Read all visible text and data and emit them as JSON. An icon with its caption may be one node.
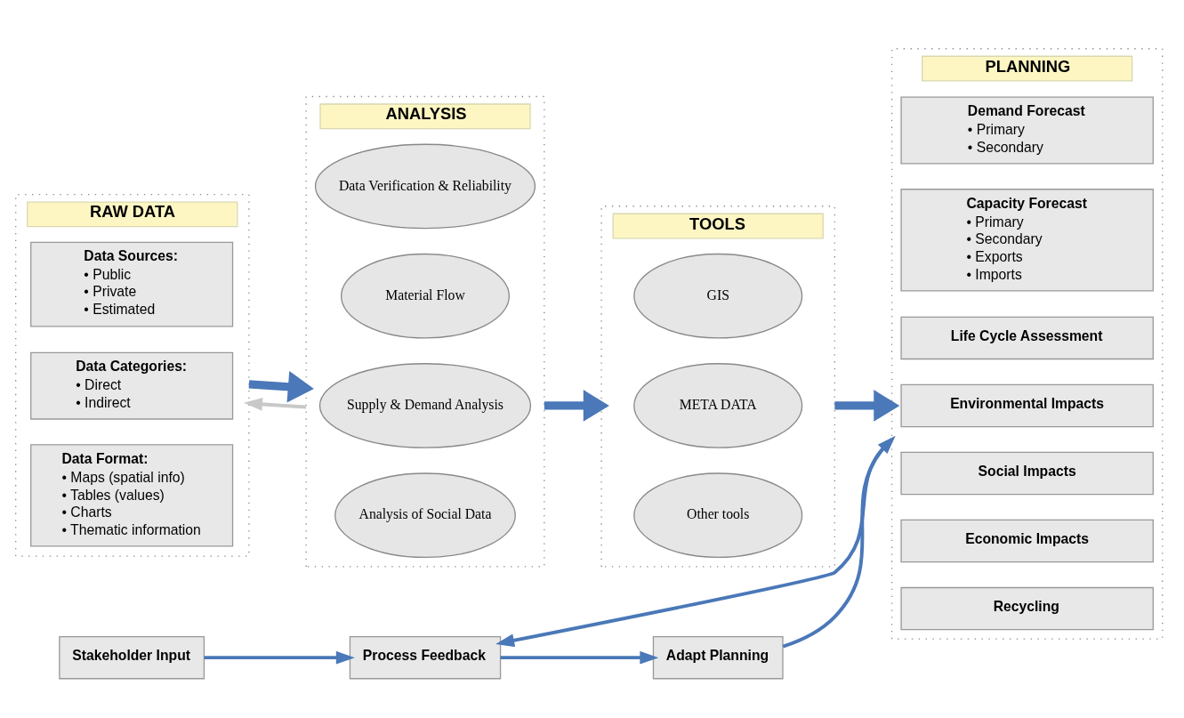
{
  "diagram": {
    "nodes": [
      {
        "text": [
          "RAW DATA"
        ]
      },
      {
        "text": [
          "Data Sources:",
          "• Public",
          "• Private",
          "• Estimated"
        ],
        "in": 0
      },
      {
        "text": [
          "Data Categories:",
          "• Direct",
          "• Indirect"
        ],
        "in": 0
      },
      {
        "text": [
          "Data Format:",
          "• Maps (spatial info)",
          "• Tables (values)",
          "• Charts",
          "• Thematic information"
        ],
        "in": 0
      },
      {
        "text": [
          "ANALYSIS"
        ]
      },
      {
        "text": [
          "Data Verification & Reliability"
        ],
        "in": 4
      },
      {
        "text": [
          "Material Flow"
        ],
        "in": 4
      },
      {
        "text": [
          "Supply & Demand Analysis"
        ],
        "in": 4
      },
      {
        "text": [
          "Analysis of Social Data"
        ],
        "in": 4
      },
      {
        "text": [
          "TOOLS"
        ]
      },
      {
        "text": [
          "GIS"
        ],
        "in": 9
      },
      {
        "text": [
          "META DATA"
        ],
        "in": 9
      },
      {
        "text": [
          "Other tools"
        ],
        "in": 9
      },
      {
        "text": [
          "PLANNING"
        ]
      },
      {
        "text": [
          "Demand Forecast",
          "• Primary",
          "• Secondary"
        ],
        "in": 13
      },
      {
        "text": [
          "Capacity Forecast",
          "• Primary",
          "• Secondary",
          "• Exports",
          "• Imports"
        ],
        "in": 13
      },
      {
        "text": [
          "Life Cycle Assessment"
        ],
        "in": 13
      },
      {
        "text": [
          "Environmental Impacts"
        ],
        "in": 13
      },
      {
        "text": [
          "Social Impacts"
        ],
        "in": 13
      },
      {
        "text": [
          "Economic Impacts"
        ],
        "in": 13
      },
      {
        "text": [
          "Recycling"
        ],
        "in": 13
      },
      {
        "text": [
          "Stakeholder Input"
        ]
      },
      {
        "text": [
          "Process Feedback"
        ]
      },
      {
        "text": [
          "Adapt Planning"
        ]
      }
    ],
    "edges": [
      {
        "from": 0,
        "to": 4,
        "arrow": "to",
        "style": "thick"
      },
      {
        "from": 4,
        "to": 9,
        "arrow": "to",
        "style": "thick"
      },
      {
        "from": 9,
        "to": 13,
        "arrow": "to",
        "style": "thick"
      },
      {
        "from": 4,
        "to": 0,
        "arrow": "to",
        "color": "#c8c8c8"
      },
      {
        "from": 13,
        "to": 22,
        "arrow": "to"
      },
      {
        "from": 21,
        "to": 22,
        "arrow": "to"
      },
      {
        "from": 22,
        "to": 23,
        "arrow": "to"
      },
      {
        "from": 23,
        "to": 13,
        "arrow": "to"
      }
    ]
  }
}
